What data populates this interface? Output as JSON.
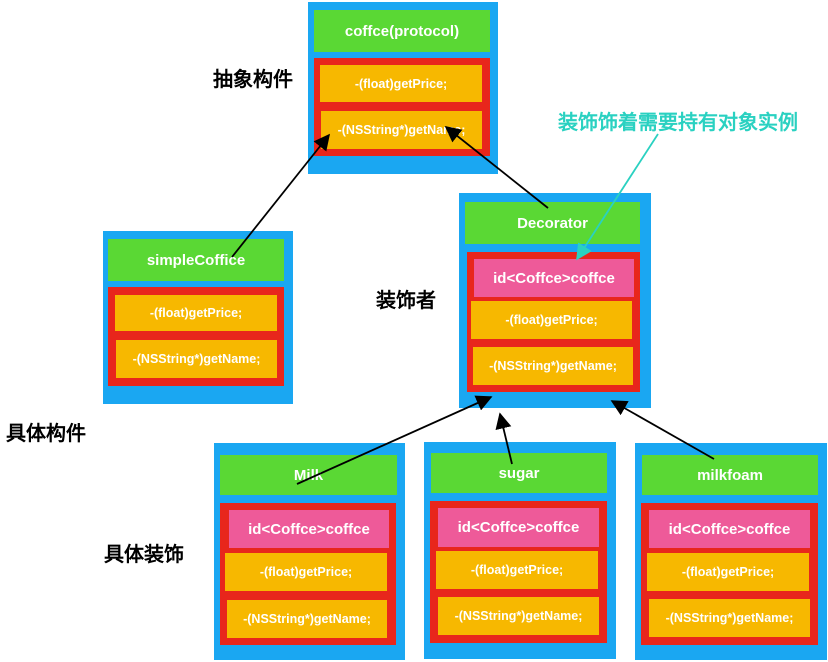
{
  "labels": {
    "abstract_component": "抽象构件",
    "concrete_component": "具体构件",
    "decorator": "装饰者",
    "concrete_decorators": "具体装饰",
    "annotation": "装饰饰着需要持有对象实例"
  },
  "protocol_box": {
    "title": "coffce(protocol)",
    "method_price": "-(float)getPrice;",
    "method_name": "-(NSString*)getName;"
  },
  "simple_box": {
    "title": "simpleCoffice",
    "method_price": "-(float)getPrice;",
    "method_name": "-(NSString*)getName;"
  },
  "decorator_box": {
    "title": "Decorator",
    "field": "id<Coffce>coffce",
    "method_price": "-(float)getPrice;",
    "method_name": "-(NSString*)getName;"
  },
  "milk_box": {
    "title": "Milk",
    "field": "id<Coffce>coffce",
    "method_price": "-(float)getPrice;",
    "method_name": "-(NSString*)getName;"
  },
  "sugar_box": {
    "title": "sugar",
    "field": "id<Coffce>coffce",
    "method_price": "-(float)getPrice;",
    "method_name": "-(NSString*)getName;"
  },
  "milkfoam_box": {
    "title": "milkfoam",
    "field": "id<Coffce>coffce",
    "method_price": "-(float)getPrice;",
    "method_name": "-(NSString*)getName;"
  },
  "colors": {
    "container": "#1aa7f2",
    "title_bar": "#5ad834",
    "method_border": "#e8261c",
    "method": "#f7b800",
    "field": "#ee5a99",
    "annotation": "#2ad1c1"
  }
}
